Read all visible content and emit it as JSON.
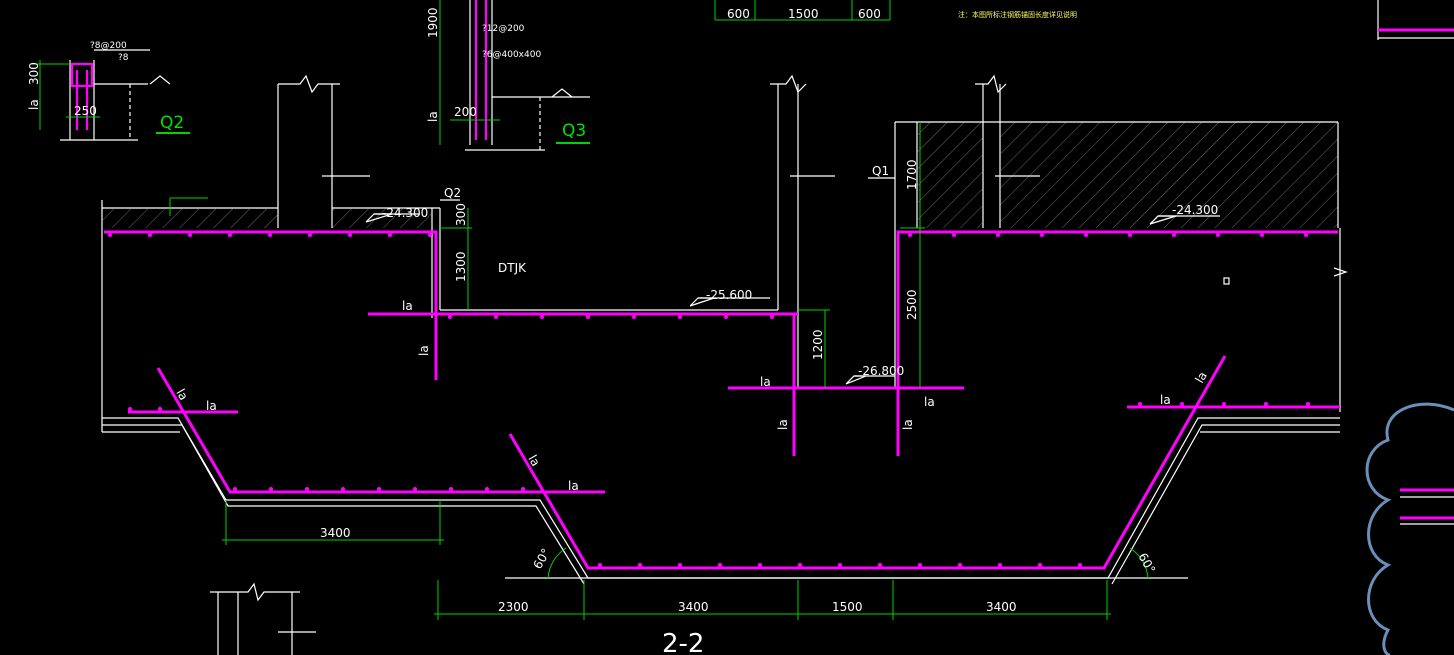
{
  "dims": {
    "top_600_left": "600",
    "top_1500": "1500",
    "top_600_right": "600",
    "q2_300": "300",
    "q2_250": "250",
    "q3_1900": "1900",
    "q3_200": "200",
    "pit_300": "300",
    "pit_1300": "1300",
    "pit_1200": "1200",
    "q1_1700": "1700",
    "q1_2500": "2500",
    "bottom_3400_left": "3400",
    "bottom_2300": "2300",
    "bottom_3400_mid": "3400",
    "bottom_1500": "1500",
    "bottom_3400_right": "3400"
  },
  "elevations": {
    "e_24300_left": "-24.300",
    "e_24300_right": "-24.300",
    "e_25600": "-25.600",
    "e_26800": "-26.800"
  },
  "anchor_labels": {
    "la": "la"
  },
  "rebar_notes": {
    "q2_ties": "?8@200",
    "q2_bars": "?8",
    "q3_bars": "?12@200",
    "q3_stirrup": "?6@400x400"
  },
  "wall_labels": {
    "q1": "Q1",
    "q2_small": "Q2"
  },
  "section_labels": {
    "q2": "Q2",
    "q3": "Q3",
    "section": "2-2",
    "dtjk": "DTJK"
  },
  "angles": {
    "left": "60°",
    "right": "60°"
  },
  "notes": {
    "top_note": "注：本图所标注钢筋锚固长度详见说明",
    "left_a_symbol": "la"
  },
  "colors": {
    "rebar": "#ff00ff",
    "dimension": "#00d400",
    "outline": "#ffffff",
    "background": "#000000"
  }
}
